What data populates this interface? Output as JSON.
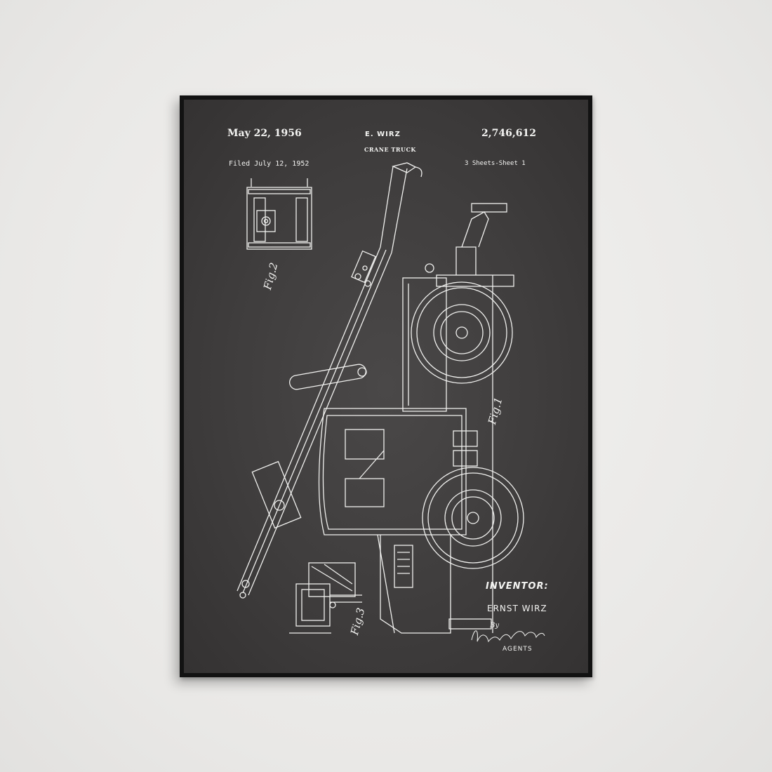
{
  "patent": {
    "date": "May 22, 1956",
    "inventor_header": "E. WIRZ",
    "title": "CRANE TRUCK",
    "number": "2,746,612",
    "filed": "Filed July 12, 1952",
    "sheets": "3 Sheets-Sheet 1",
    "inventor_label": "INVENTOR:",
    "inventor_name": "ERNST WIRZ",
    "by": "By",
    "agents": "AGENTS"
  },
  "figures": {
    "fig1": "Fig.1",
    "fig2": "Fig.2",
    "fig3": "Fig.3"
  },
  "colors": {
    "wall": "#ecebe9",
    "frame": "#121212",
    "paper": "#3f3d3d",
    "ink": "#f4f4f2"
  }
}
